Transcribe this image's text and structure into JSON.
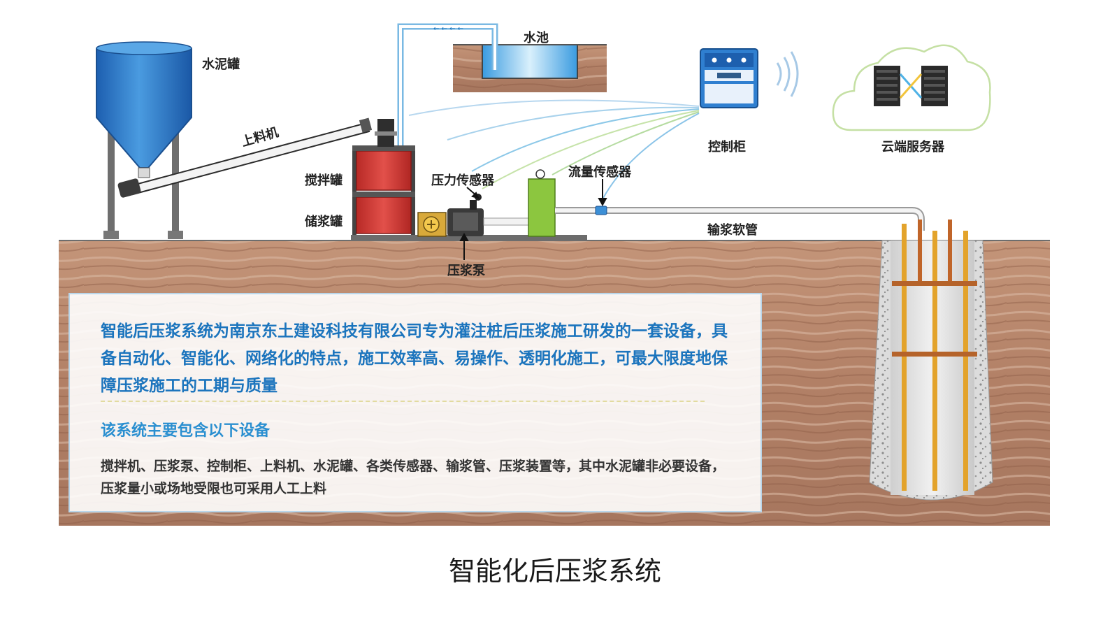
{
  "labels": {
    "cement_tank": "水泥罐",
    "feeder": "上料机",
    "water_tank": "水池",
    "mixing_tank": "搅拌罐",
    "storage_tank": "储浆罐",
    "pressure_sensor": "压力传感器",
    "flow_sensor": "流量传感器",
    "grouting_pump": "压浆泵",
    "hose": "输浆软管",
    "control_cabinet": "控制柜",
    "cloud_server": "云端服务器"
  },
  "info": {
    "intro": "智能后压浆系统为南京东土建设科技有限公司专为灌注桩后压浆施工研发的一套设备，具备自动化、智能化、网络化的特点，施工效率高、易操作、透明化施工，可最大限度地保障压浆施工的工期与质量",
    "subhead": "该系统主要包含以下设备",
    "equipment": "搅拌机、压浆泵、控制柜、上料机、水泥罐、各类传感器、输浆管、压浆装置等，其中水泥罐非必要设备，压浆量小或场地受限也可采用人工上料"
  },
  "caption": "智能化后压浆系统",
  "colors": {
    "text_blue": "#1b74bd",
    "cement_tank_blue": "#2f7fd0",
    "mixing_tank_red": "#d23a34",
    "pump_green": "#8cc63f",
    "rebar_orange": "#e3a32b",
    "soil_brown": "#b9876a"
  },
  "icons": [
    "cement-tank-icon",
    "feeder-screw-icon",
    "water-tank-icon",
    "mixing-tank-icon",
    "pressure-sensor-icon",
    "flow-sensor-icon",
    "grouting-pump-icon",
    "control-cabinet-icon",
    "wifi-signal-icon",
    "cloud-server-icon",
    "pile-rebar-icon"
  ]
}
